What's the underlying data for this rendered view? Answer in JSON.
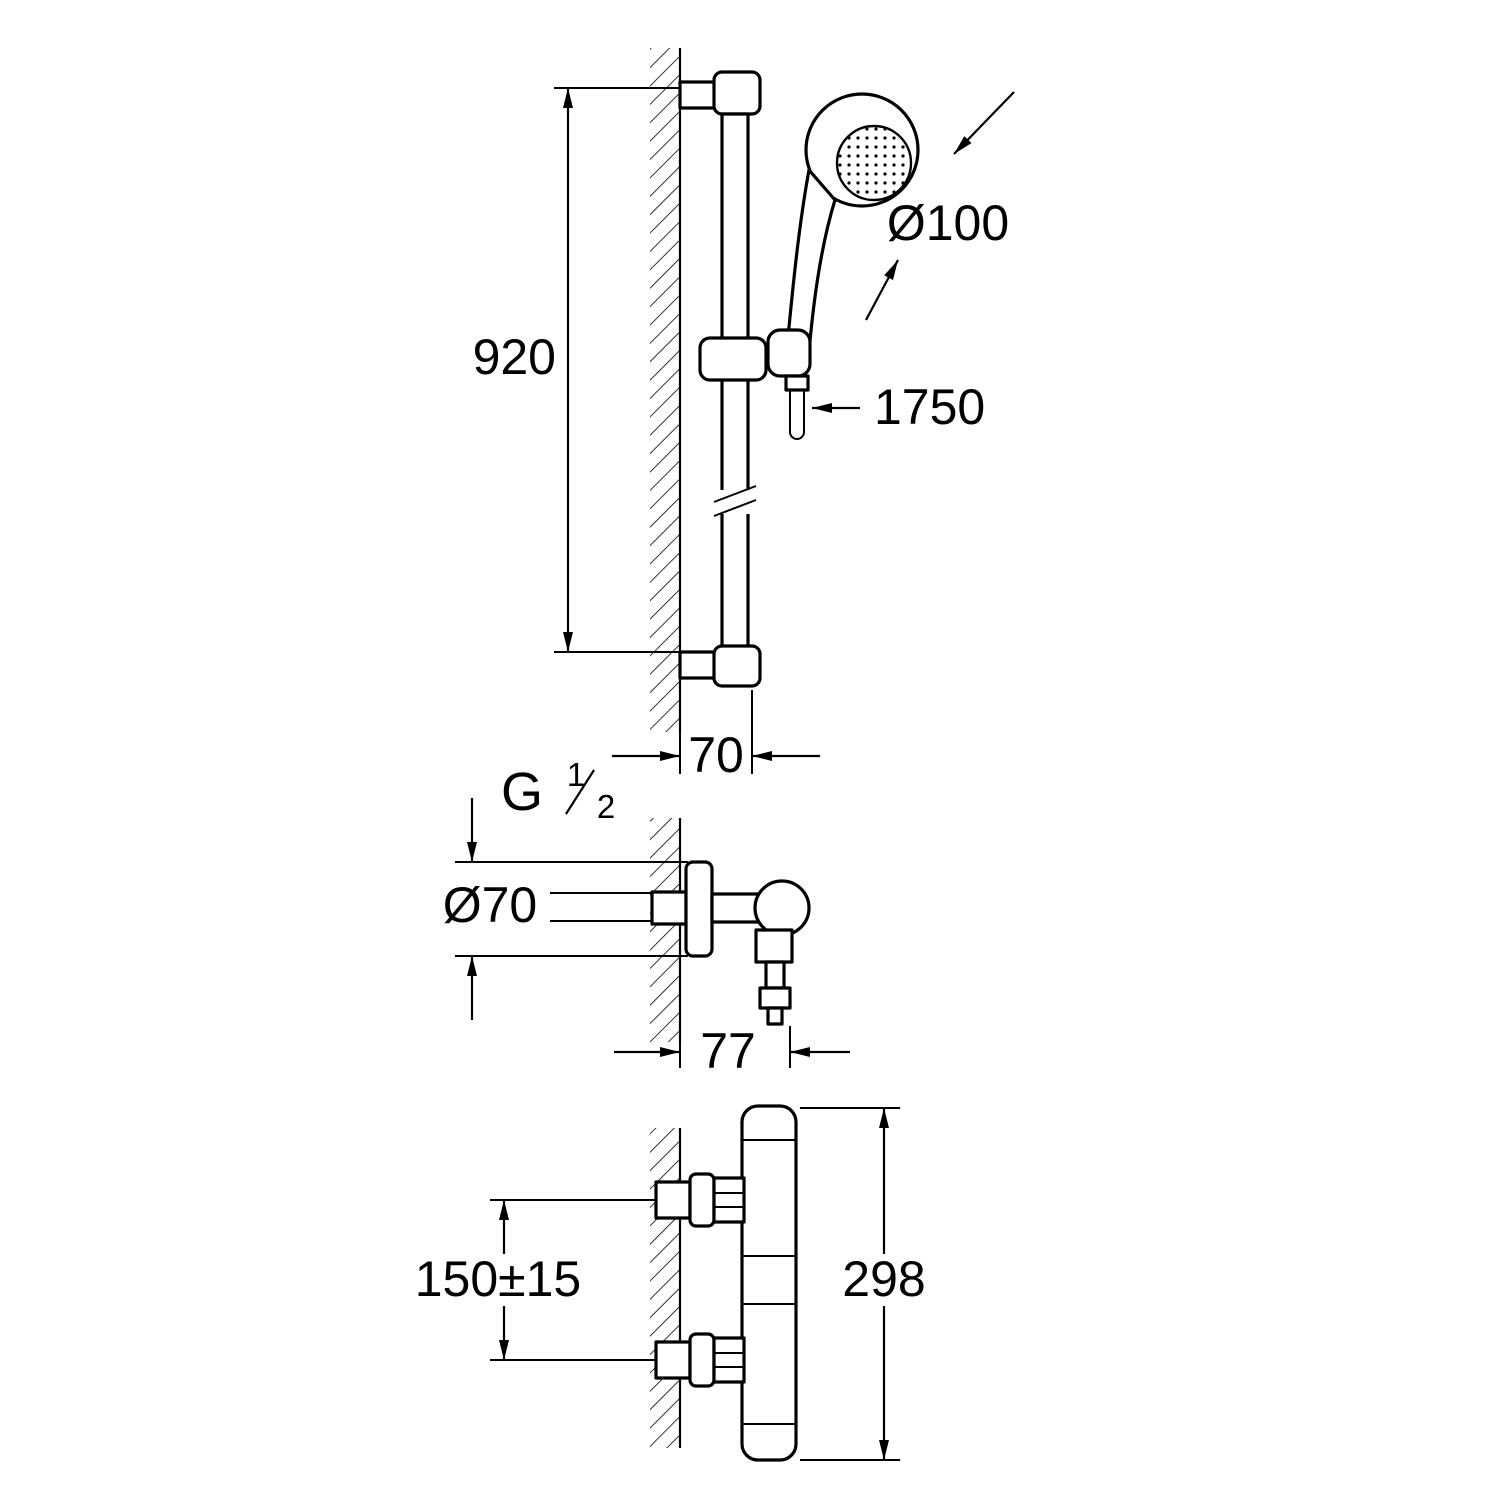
{
  "drawing": {
    "colors": {
      "line": "#000000",
      "background": "#ffffff"
    },
    "rail_view": {
      "rail_height": "920",
      "head_diameter": "Ø100",
      "hose_length": "1750",
      "rail_wall_offset": "70"
    },
    "valve_side_view": {
      "thread_letter": "G",
      "thread_numerator": "1",
      "thread_denominator": "2",
      "escutcheon_diameter": "Ø70",
      "valve_depth": "77"
    },
    "valve_front_view": {
      "inlet_spacing": "150±15",
      "valve_height": "298"
    }
  }
}
